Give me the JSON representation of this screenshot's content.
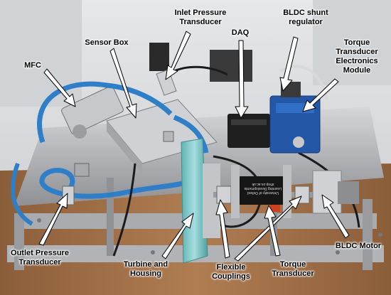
{
  "labels": {
    "inlet_pressure": "Inlet Pressure\nTransducer",
    "bldc_shunt": "BLDC shunt\nregulator",
    "daq": "DAQ",
    "sensor_box": "Sensor Box",
    "mfc": "MFC",
    "torque_electronics": "Torque\nTransducer\nElectronics\nModule",
    "outlet_pressure": "Outlet Pressure\nTransducer",
    "turbine_housing": "Turbine and\nHousing",
    "flexible_couplings": "Flexible\nCouplings",
    "torque_transducer": "Torque\nTransducer",
    "bldc_motor": "BLDC Motor"
  },
  "device_text": {
    "torque_sensor_label": "University of Oxford\nLearning Developments\nshop.ox.ac.uk"
  },
  "colors": {
    "background_wall": "#d9dadc",
    "aluminium_frame": "#b7b9bc",
    "wood_floor": "#a0714a",
    "blue_tubing": "#2f7ec8",
    "blue_module": "#2458a6",
    "turbine_glass": "#7ec8c8",
    "black_device": "#1e1e1e",
    "arrow_fill": "#ffffff",
    "arrow_outline": "#000000"
  }
}
